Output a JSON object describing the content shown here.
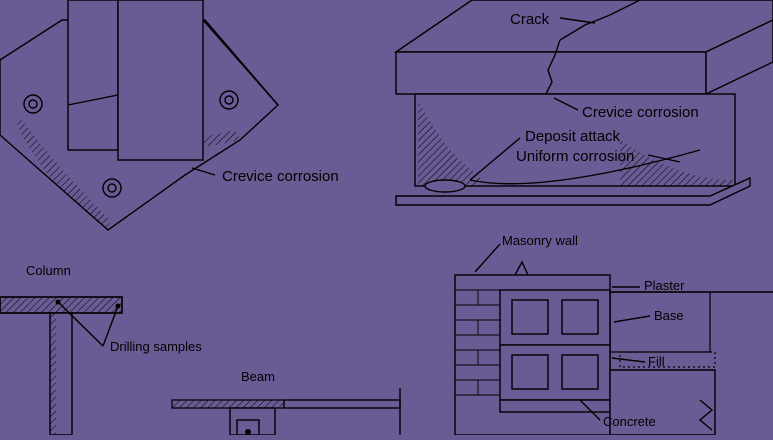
{
  "background_color": "#6b5b94",
  "line_color": "#000000",
  "labels": {
    "crack": "Crack",
    "crevice_corrosion_top": "Crevice corrosion",
    "crevice_corrosion_left": "Crevice corrosion",
    "deposit_attack": "Deposit attack",
    "uniform_corrosion": "Uniform corrosion",
    "column": "Column",
    "drilling_samples": "Drilling samples",
    "beam": "Beam",
    "masonry_wall": "Masonry wall",
    "plaster": "Plaster",
    "base": "Base",
    "fill": "Fill",
    "concrete": "Concrete"
  }
}
